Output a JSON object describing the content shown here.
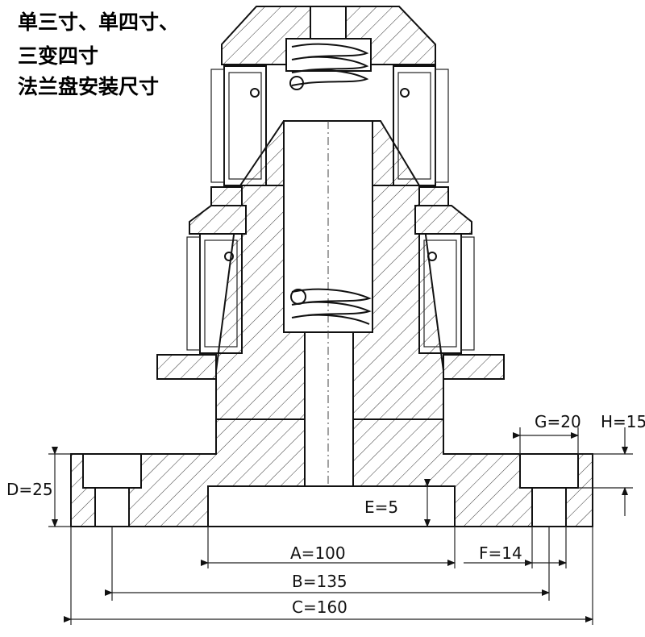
{
  "title_lines": [
    "单三寸、单四寸、",
    "三变四寸",
    "法兰盘安装尺寸"
  ],
  "dimensions": {
    "A": "A=100",
    "B": "B=135",
    "C": "C=160",
    "D": "D=25",
    "E": "E=5",
    "F": "F=14",
    "G": "G=20",
    "H": "H=15"
  }
}
